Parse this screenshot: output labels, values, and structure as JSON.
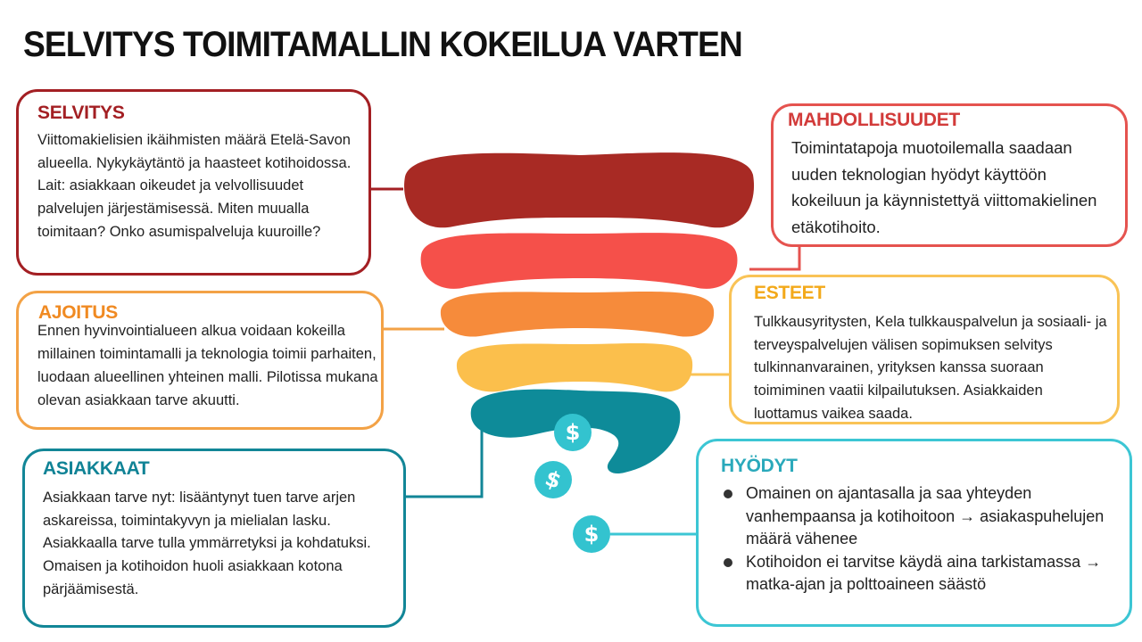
{
  "title": "SELVITYS TOIMITAMALLIN KOKEILUA VARTEN",
  "colors": {
    "layer1": "#a82a24",
    "layer2": "#f5504a",
    "layer3": "#f68b3b",
    "layer4": "#fbbf4c",
    "layer5": "#0e8b99",
    "coins": "#33c3cf"
  },
  "icons": [
    "dollar-coin-icon",
    "dollar-coin-icon",
    "dollar-coin-icon"
  ],
  "selvitys": {
    "heading": "SELVITYS",
    "text": "Viittomakielisien ikäihmisten määrä Etelä-Savon alueella. Nykykäytäntö ja haasteet kotihoidossa. Lait: asiakkaan oikeudet ja velvollisuudet palvelujen järjestämisessä. Miten muualla toimitaan? Onko asumispalveluja kuuroille?"
  },
  "mahdollisuudet": {
    "heading": "MAHDOLLISUUDET",
    "text": "Toimintatapoja muotoilemalla saadaan uuden teknologian hyödyt käyttöön kokeiluun ja käynnistettyä viittomakielinen etäkotihoito."
  },
  "ajoitus": {
    "heading": "AJOITUS",
    "text": "Ennen hyvinvointialueen alkua voidaan kokeilla millainen toimintamalli ja teknologia toimii parhaiten, luodaan alueellinen yhteinen malli. Pilotissa mukana olevan asiakkaan tarve akuutti."
  },
  "esteet": {
    "heading": "ESTEET",
    "text": "Tulkkausyritysten, Kela tulkkauspalvelun ja sosiaali- ja terveyspalvelujen välisen sopimuksen selvitys tulkinnanvarainen, yrityksen kanssa suoraan toimiminen vaatii kilpailutuksen. Asiakkaiden luottamus vaikea saada."
  },
  "asiakkaat": {
    "heading": "ASIAKKAAT",
    "text": "Asiakkaan tarve nyt: lisääntynyt tuen tarve arjen askareissa, toimintakyvyn ja mielialan lasku. Asiakkaalla tarve tulla ymmärretyksi ja kohdatuksi. Omaisen ja kotihoidon huoli asiakkaan kotona pärjäämisestä."
  },
  "hyodyt": {
    "heading": "HYÖDYT",
    "items": [
      "Omainen on ajantasalla ja saa yhteyden vanhempaansa ja kotihoitoon → asiakaspuhelujen määrä vähenee",
      "Kotihoidon ei tarvitse käydä aina tarkistamassa → matka-ajan ja polttoaineen säästö"
    ]
  }
}
